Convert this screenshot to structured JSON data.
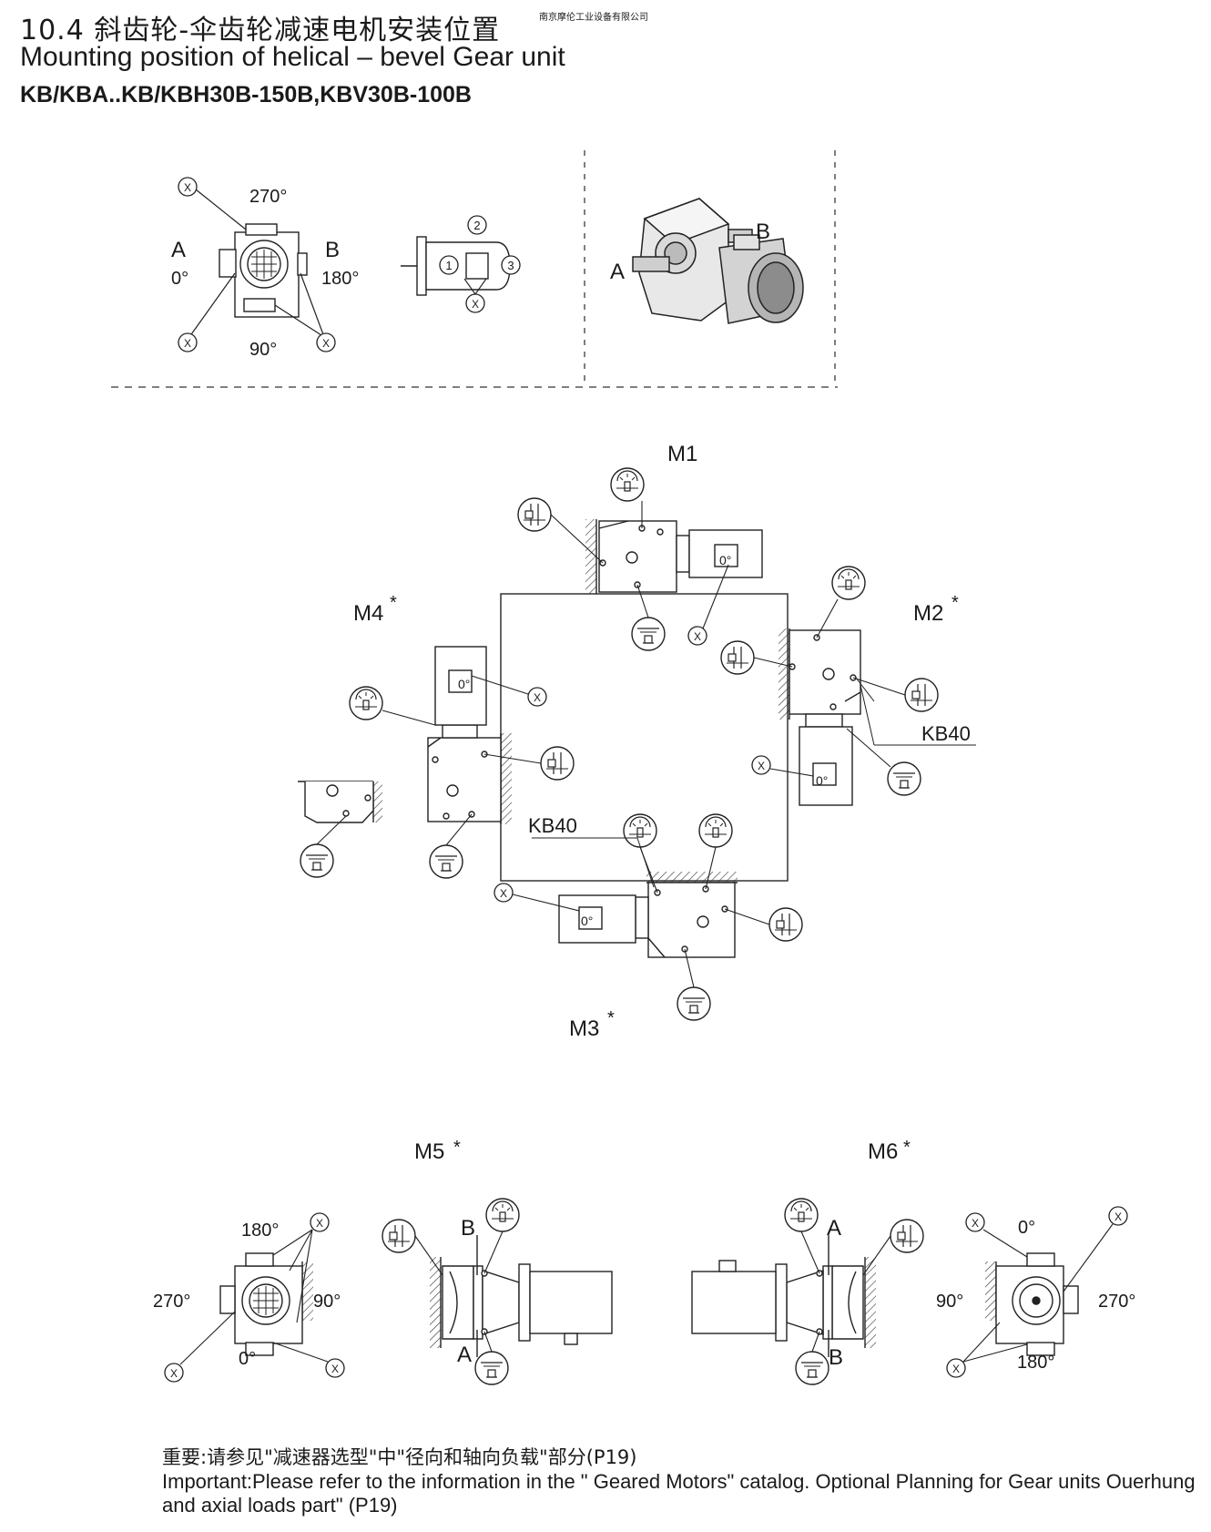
{
  "header": {
    "title_zh": "10.4 斜齿轮-伞齿轮减速电机安装位置",
    "company": "南京摩伦工业设备有限公司",
    "title_en": "Mounting position of helical – bevel Gear unit",
    "models": "KB/KBA..KB/KBH30B-150B,KBV30B-100B"
  },
  "legend": {
    "angle_270": "270°",
    "angle_0": "0°",
    "angle_180": "180°",
    "angle_90": "90°",
    "shaft_a": "A",
    "shaft_b": "B",
    "x_mark": "X",
    "terminal_1": "1",
    "terminal_2": "2",
    "terminal_3": "3"
  },
  "positions": {
    "m1": "M1",
    "m2": "M2",
    "m3": "M3",
    "m4": "M4",
    "m5": "M5",
    "m6": "M6",
    "star": "*",
    "kb40": "KB40",
    "zero_mark": "0°"
  },
  "m5": {
    "top": "180°",
    "left": "270°",
    "right": "90°",
    "bottom": "0°"
  },
  "m6": {
    "top": "0°",
    "left": "90°",
    "right": "270°",
    "bottom": "180°"
  },
  "footer": {
    "note_zh": "重要:请参见\"减速器选型\"中\"径向和轴向负载\"部分(P19)",
    "note_en": "Important:Please refer to the information in the \" Geared Motors\" catalog. Optional Planning for Gear units Ouerhung and axial loads part\" (P19)"
  }
}
